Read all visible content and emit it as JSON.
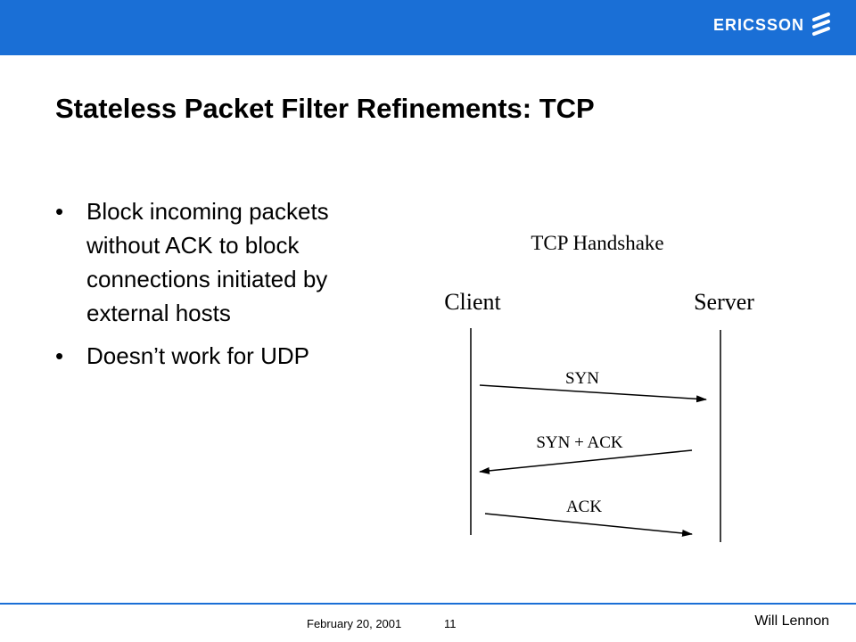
{
  "header": {
    "brand": "ERICSSON",
    "brand_color": "#1a6fd6"
  },
  "slide": {
    "title": "Stateless Packet Filter Refinements: TCP",
    "bullets": [
      "Block incoming packets without ACK to block connections initiated by external hosts",
      "Doesn’t work for UDP"
    ]
  },
  "diagram": {
    "title": "TCP Handshake",
    "left_party": "Client",
    "right_party": "Server",
    "messages": [
      {
        "label": "SYN",
        "direction": "client-to-server"
      },
      {
        "label": "SYN + ACK",
        "direction": "server-to-client"
      },
      {
        "label": "ACK",
        "direction": "client-to-server"
      }
    ]
  },
  "footer": {
    "date": "February 20, 2001",
    "page": "11",
    "author": "Will Lennon"
  }
}
